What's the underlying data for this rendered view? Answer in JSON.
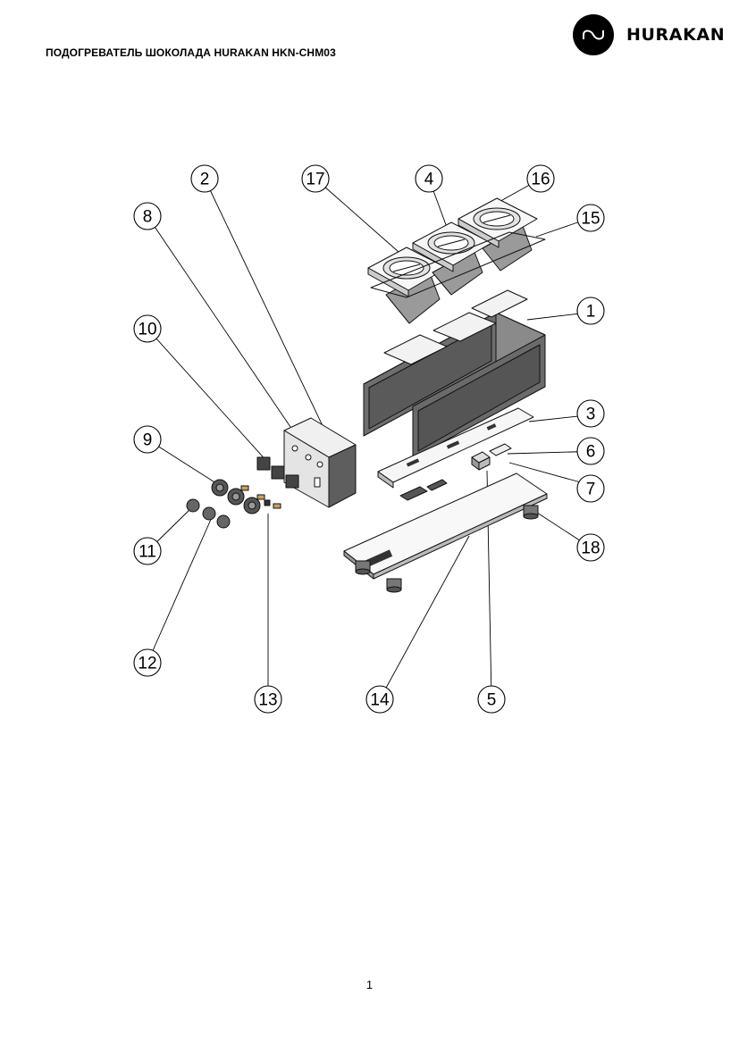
{
  "header": {
    "title": "ПОДОГРЕВАТЕЛЬ ШОКОЛАДА HURAKAN HKN-CHM03",
    "logo_text": "HURAKAN",
    "logo_icon": "hurakan-wave-icon"
  },
  "diagram": {
    "callouts": [
      "1",
      "2",
      "3",
      "4",
      "5",
      "6",
      "7",
      "8",
      "9",
      "10",
      "11",
      "12",
      "13",
      "14",
      "15",
      "16",
      "17",
      "18"
    ]
  },
  "footer": {
    "page_number": "1"
  }
}
